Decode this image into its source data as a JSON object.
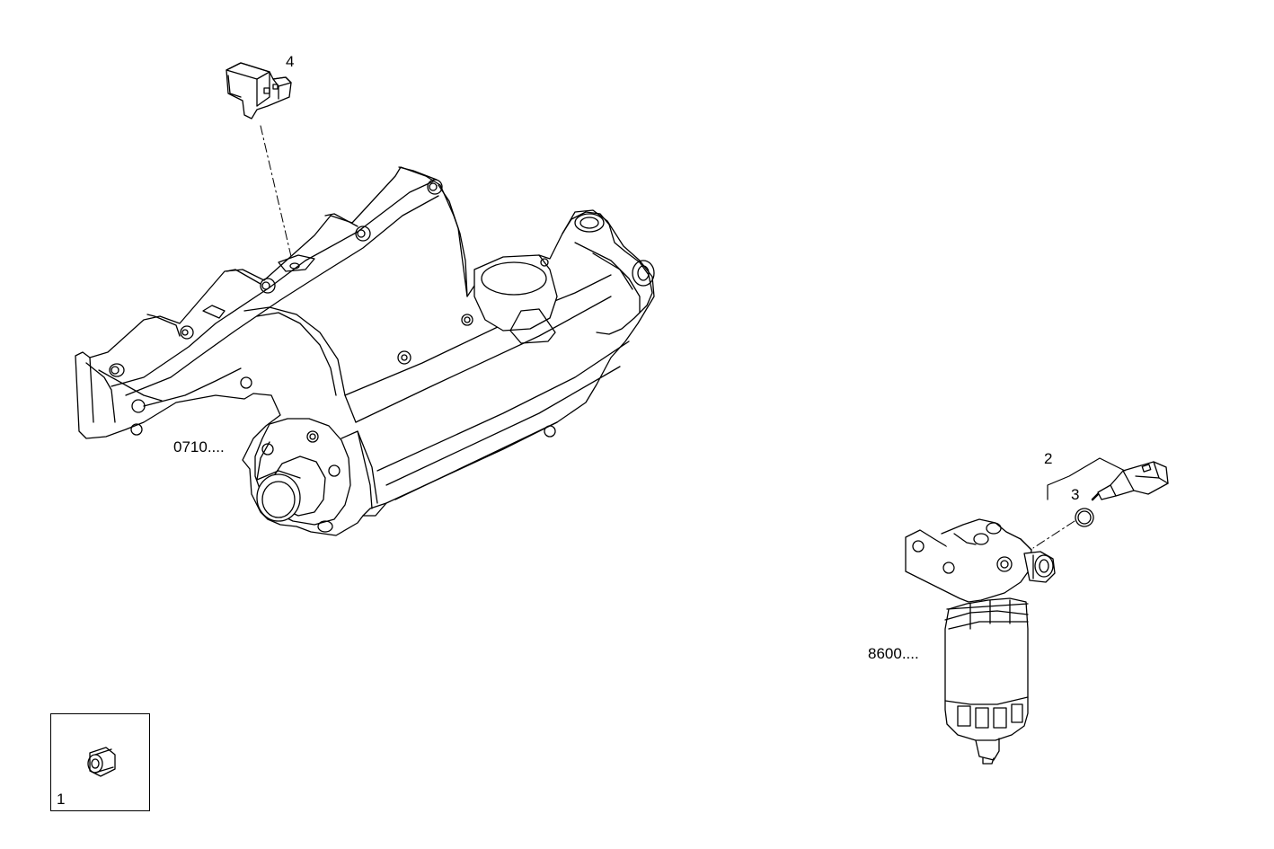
{
  "labels": {
    "part_4": "4",
    "ref_0710": "0710....",
    "part_2": "2",
    "part_3": "3",
    "ref_8600": "8600....",
    "part_1": "1"
  },
  "colors": {
    "line": "#000000",
    "background": "#ffffff"
  }
}
